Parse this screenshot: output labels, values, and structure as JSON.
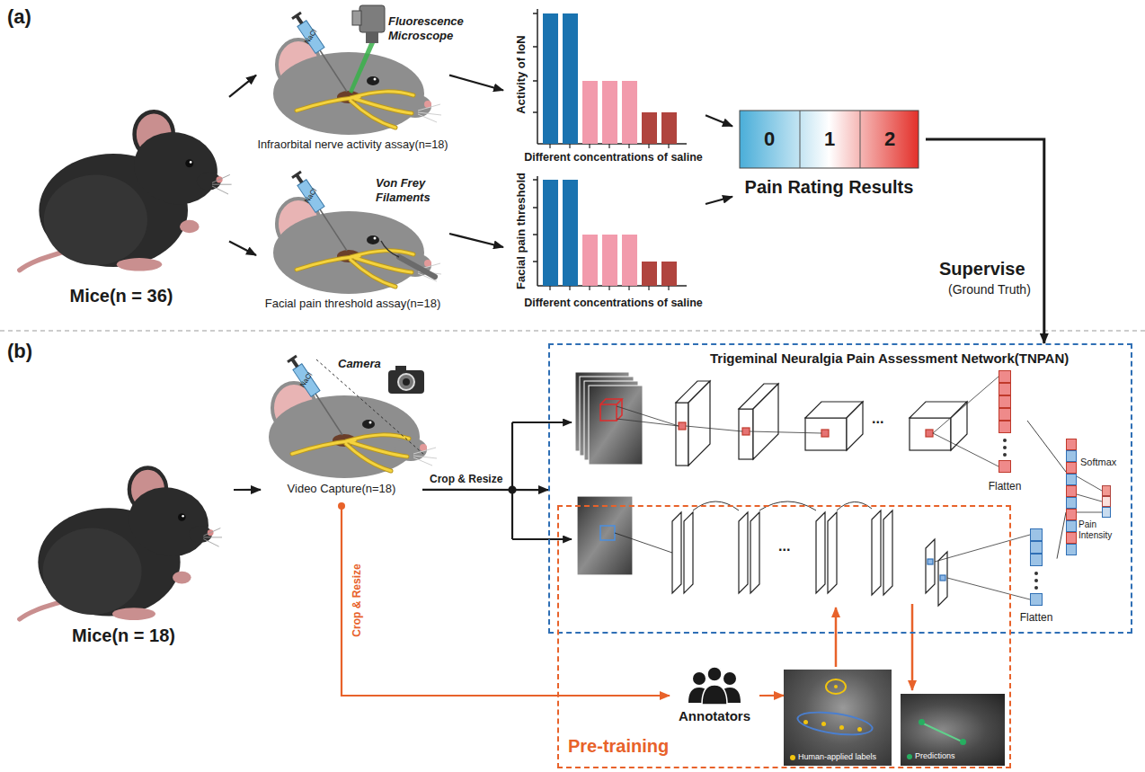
{
  "diagram": {
    "nodes": [
      {
        "text": [
          "Mice(n = 36)"
        ]
      },
      {
        "text": [
          "Infraorbital nerve activity assay(n=18)"
        ]
      },
      {
        "text": [
          "Facial pain threshold assay(n=18)"
        ]
      },
      {
        "text": [
          "Activity of IoN",
          "Different concentrations of saline"
        ]
      },
      {
        "text": [
          "Facial pain threshold",
          "Different concentrations of saline"
        ]
      },
      {
        "text": [
          "0",
          "1",
          "2",
          "Pain Rating Results"
        ]
      },
      {
        "text": [
          "Mice(n = 18)"
        ]
      },
      {
        "text": [
          "Video Capture(n=18)"
        ]
      },
      {
        "text": [
          "Trigeminal Neuralgia Pain Assessment Network(TNPAN)"
        ]
      },
      {
        "text": [
          "Flatten"
        ],
        "in": 8
      },
      {
        "text": [
          "Pre-training"
        ]
      },
      {
        "text": [
          "Flatten"
        ],
        "in": 8
      },
      {
        "text": [
          "Softmax",
          "Pain Intensity"
        ],
        "in": 8
      },
      {
        "text": [
          "Annotators"
        ],
        "in": 10
      },
      {
        "text": [
          "Human-applied labels"
        ],
        "in": 10
      },
      {
        "text": [
          "Predictions"
        ],
        "in": 10
      }
    ],
    "edges": [
      {
        "from": 0,
        "to": 1,
        "arrow": "to"
      },
      {
        "from": 0,
        "to": 2,
        "arrow": "to"
      },
      {
        "from": 1,
        "to": 3,
        "arrow": "to"
      },
      {
        "from": 2,
        "to": 4,
        "arrow": "to"
      },
      {
        "from": 3,
        "to": 5,
        "arrow": "to"
      },
      {
        "from": 4,
        "to": 5,
        "arrow": "to"
      },
      {
        "from": 5,
        "to": 8,
        "label": "Supervise",
        "arrow": "to"
      },
      {
        "from": 6,
        "to": 7,
        "arrow": "to"
      },
      {
        "from": 7,
        "to": 8,
        "label": "Crop & Resize",
        "arrow": "to"
      },
      {
        "from": 7,
        "to": 13,
        "label": "Crop & Resize",
        "arrow": "to"
      },
      {
        "from": 13,
        "to": 14,
        "arrow": "to"
      },
      {
        "from": 9,
        "to": 12,
        "arrow": "none"
      },
      {
        "from": 11,
        "to": 12,
        "arrow": "none"
      }
    ],
    "labels": [
      "(a)",
      "Fluorescence Microscope",
      "NaCl",
      "Von Frey Filaments",
      "NaCl",
      "(Ground Truth)",
      "(b)",
      "Camera",
      "NaCl",
      "...",
      "..."
    ]
  }
}
